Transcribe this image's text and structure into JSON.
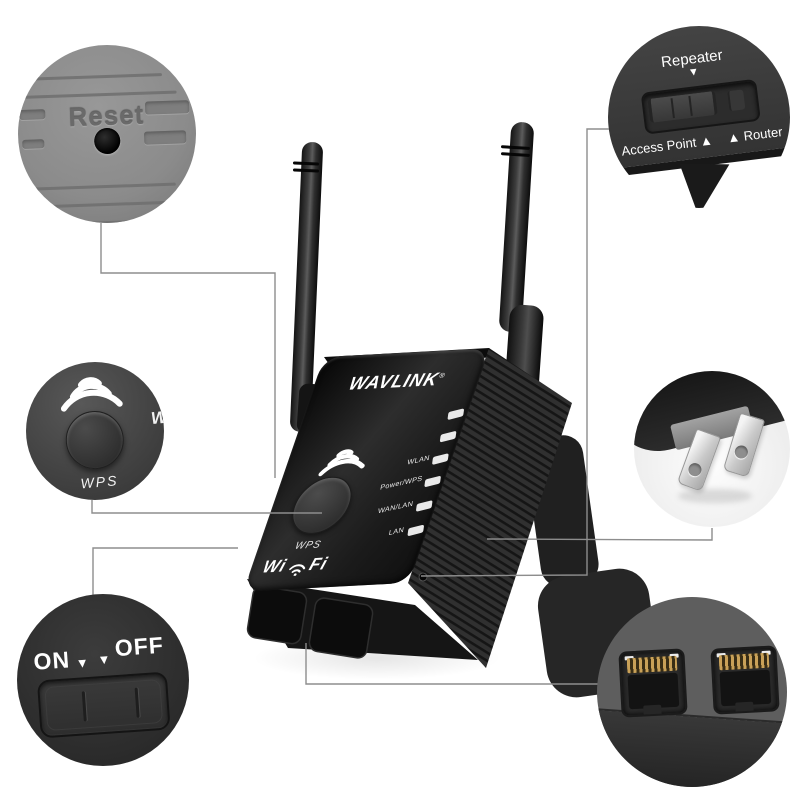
{
  "colors": {
    "background": "#ffffff",
    "callout_line": "#8d8d8d",
    "device_black": "#1c1c1c",
    "reset_panel_gray": "#8b8b8b",
    "led_white": "#e9e9e9",
    "ethernet_pin_gold": "#c9a158"
  },
  "device": {
    "brand": "WAVLINK",
    "reg_mark": "®",
    "wifi_wordmark": {
      "left": "Wi",
      "right": "Fi"
    },
    "wps_label": "WPS",
    "led_labels": [
      "WLAN",
      "Power/WPS",
      "WAN/LAN",
      "LAN"
    ]
  },
  "callouts": {
    "reset": {
      "label": "Reset"
    },
    "wps": {
      "label": "WPS",
      "partial_letter": "W"
    },
    "power": {
      "on": "ON",
      "off": "OFF",
      "arrow": "▼"
    },
    "mode": {
      "top": "Repeater",
      "left": "Access Point",
      "right": "Router",
      "down_arrow": "▼",
      "up_arrow": "▲"
    }
  }
}
